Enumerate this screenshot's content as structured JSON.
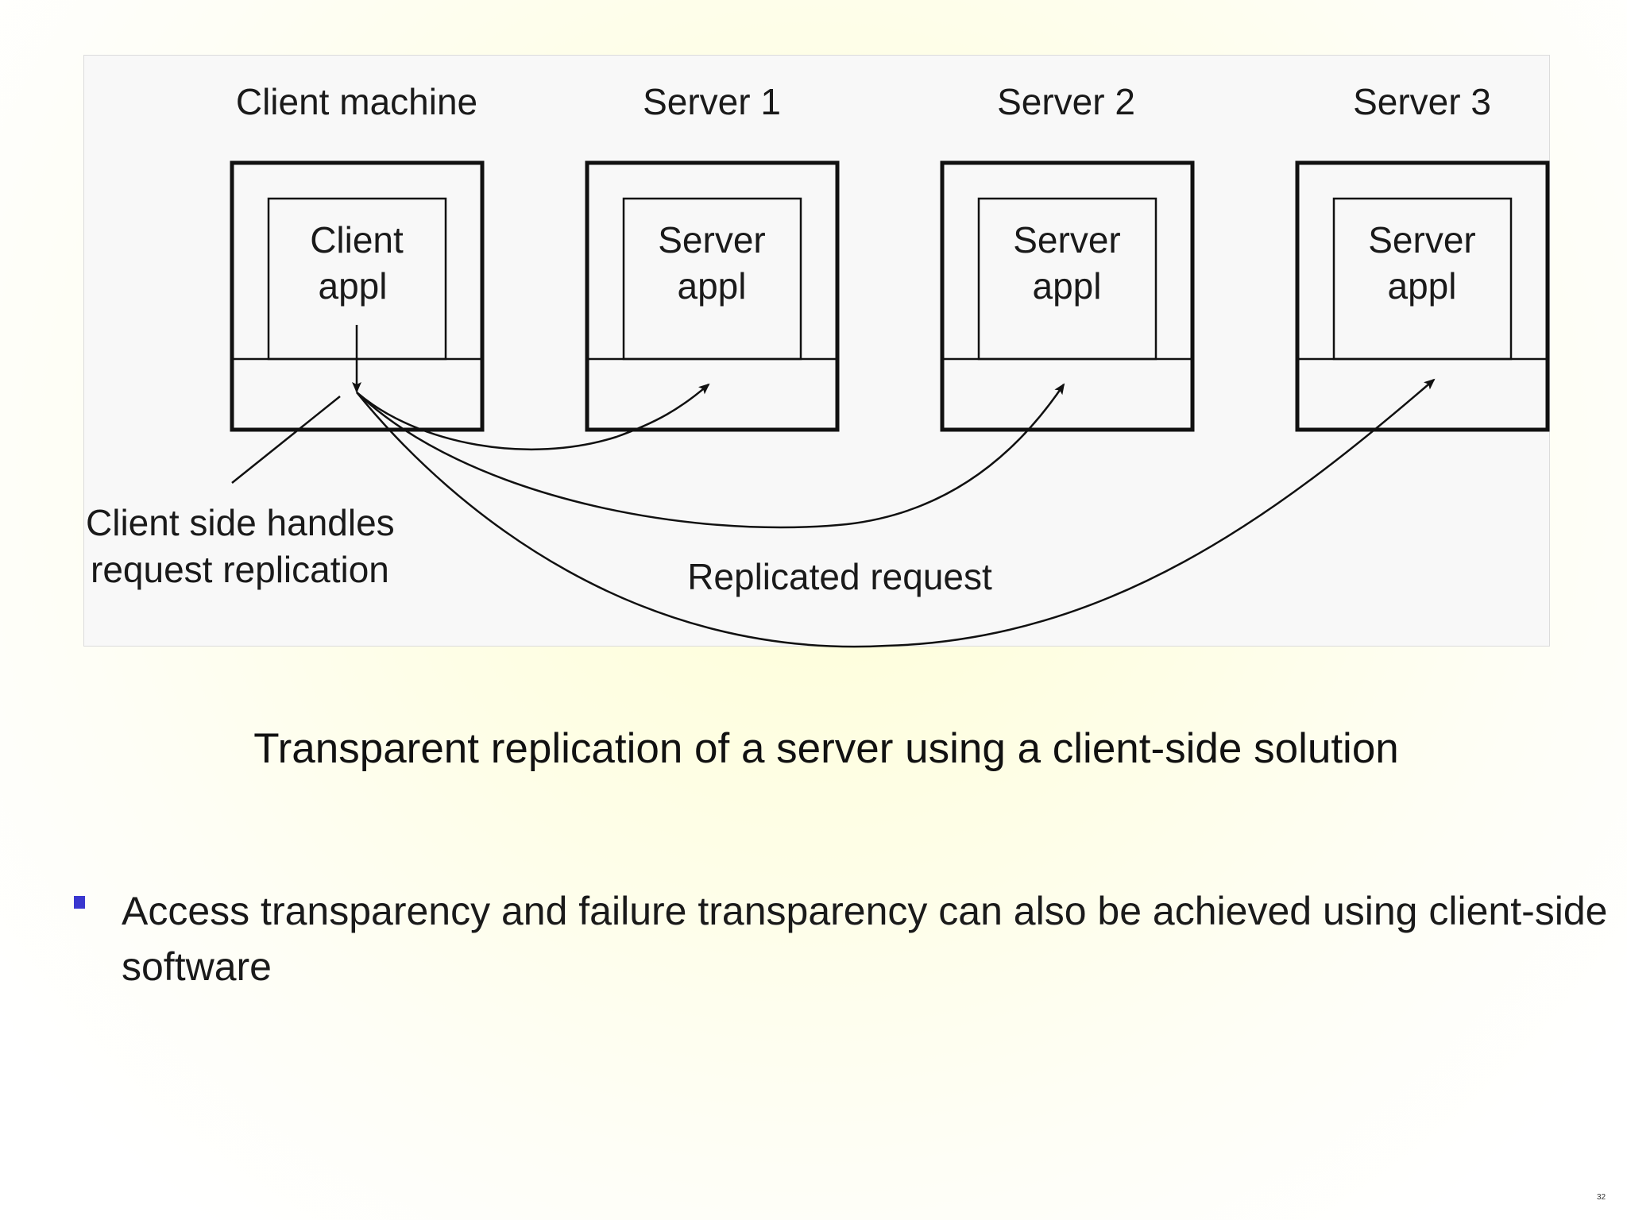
{
  "figure": {
    "columns": [
      {
        "heading": "Client machine",
        "appl_line1": "Client",
        "appl_line2": "appl"
      },
      {
        "heading": "Server 1",
        "appl_line1": "Server",
        "appl_line2": "appl"
      },
      {
        "heading": "Server 2",
        "appl_line1": "Server",
        "appl_line2": "appl"
      },
      {
        "heading": "Server 3",
        "appl_line1": "Server",
        "appl_line2": "appl"
      }
    ],
    "client_note_line1": "Client side handles",
    "client_note_line2": "request replication",
    "replicated_request_label": "Replicated request"
  },
  "caption": "Transparent replication of a server using a client-side solution",
  "bullet": {
    "text": "Access transparency and failure transparency can also be achieved using client-side software",
    "marker_color": "#3a37cf"
  },
  "page_number": "32"
}
